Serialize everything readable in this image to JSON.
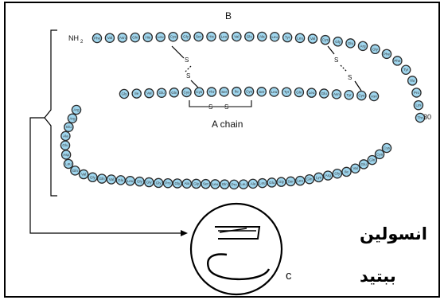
{
  "labels": {
    "b_chain": "B",
    "nh2": "NH",
    "nh2_sub": "2",
    "disulfide_s": "S",
    "a_chain": "A chain",
    "position_30": "30",
    "insulin": "انسولين",
    "c_letter": "c",
    "peptide": "ببتيد"
  },
  "colors": {
    "bead_fill": "#9fd6ee",
    "bead_stroke": "#2a2a2a",
    "line": "#000000"
  },
  "residues": {
    "b_chain": [
      "Phe",
      "Val",
      "Asn",
      "Gln",
      "His",
      "Leu",
      "Cys",
      "Gly",
      "Ser",
      "His",
      "Leu",
      "Val",
      "Glu",
      "Ala",
      "Leu",
      "Tyr",
      "Leu",
      "Val",
      "Cys",
      "Gly",
      "Glu",
      "Arg",
      "Gly",
      "Phe",
      "Phe",
      "Tyr",
      "Thr",
      "Pro",
      "Lys",
      "Thr"
    ],
    "a_chain": [
      "Gly",
      "Ile",
      "Val",
      "Glu",
      "Gln",
      "Cys",
      "Cys",
      "Thr",
      "Ser",
      "Ile",
      "Cys",
      "Ser",
      "Leu",
      "Tyr",
      "Gln",
      "Leu",
      "Glu",
      "Asn",
      "Tyr",
      "Cys",
      "Asn"
    ],
    "c_peptide": [
      "Arg",
      "Arg",
      "Glu",
      "Ala",
      "Glu",
      "Asp",
      "Leu",
      "Gln",
      "Val",
      "Gly",
      "Gln",
      "Val",
      "Glu",
      "Leu",
      "Gly",
      "Gly",
      "Gly",
      "Pro",
      "Gly",
      "Ala",
      "Gly",
      "Ser",
      "Leu",
      "Gln",
      "Pro",
      "Leu",
      "Ala",
      "Leu",
      "Glu",
      "Gly",
      "Ser",
      "Leu",
      "Gln",
      "Lys",
      "Arg",
      "Gly",
      "Ile",
      "Val",
      "Glu",
      "Gln",
      "Cys",
      "Cys"
    ]
  }
}
